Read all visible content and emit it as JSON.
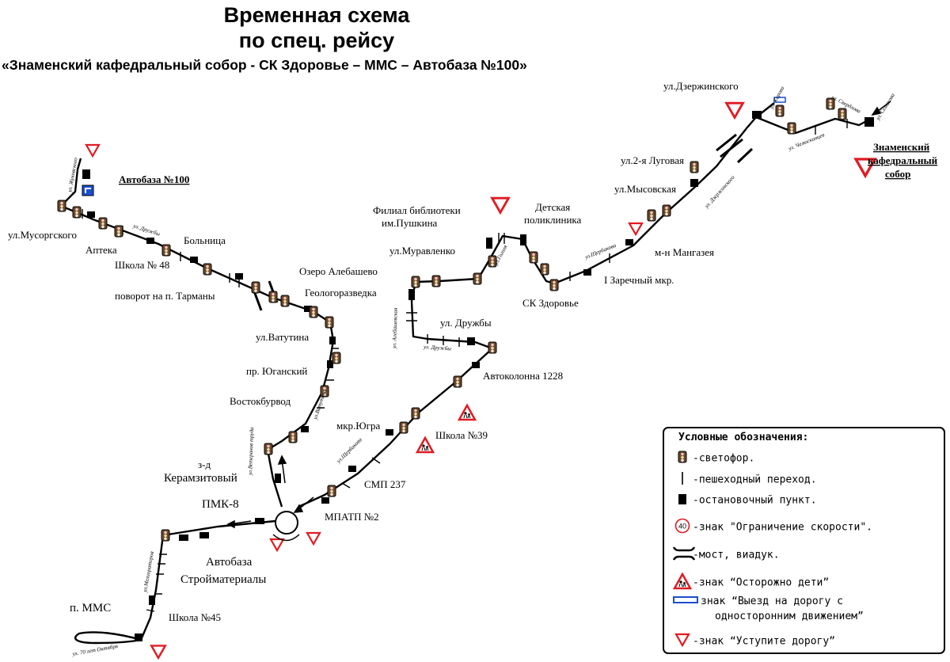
{
  "title": {
    "line1": "Временная схема",
    "line2": "по спец. рейсу",
    "line3": "«Знаменский кафедральный собор - СК Здоровье – ММС – Автобаза №100»"
  },
  "labels": {
    "avtobaza100": "Автобаза №100",
    "mussorgsky": "ул.Мусоргского",
    "apteka": "Аптека",
    "school48": "Школа № 48",
    "bolnitsa": "Больница",
    "tarmany": "поворот на п. Тарманы",
    "geologo": "Геологоразведка",
    "alebashevo": "Озеро Алебашево",
    "muravlenko": "ул.Муравленко",
    "filial1": "Филиал библиотеки",
    "filial2": "им.Пушкина",
    "poliklinika1": "Детская",
    "poliklinika2": "поликлиника",
    "sk": "СК Здоровье",
    "zarechny": "I Заречный мкр.",
    "mangazeya": "м-н Мангазея",
    "mysovskaya": "ул.Мысовская",
    "lugovaya": "ул.2-я Луговая",
    "dzerzhinsky": "ул.Дзержинского",
    "sobor1": "Знаменский",
    "sobor2": "кафедральный",
    "sobor3": "собор",
    "druzhby": "ул. Дружбы",
    "avtokolonna": "Автоколонна 1228",
    "vatutina": "ул.Ватутина",
    "yugansky": "пр. Юганский",
    "vostokburvod": "Востокбурвод",
    "keramzit1": "з-д",
    "keramzit2": "Керамзитовый",
    "pmk8": "ПМК-8",
    "mkrYugra": "мкр.Югра",
    "school39": "Школа №39",
    "smp237": "СМП 237",
    "mpatp2": "МПАТП №2",
    "avtobazaStroi1": "Автобаза",
    "avtobazaStroi2": "Стройматериалы",
    "school45": "Школа №45",
    "pMMS": "п. ММС"
  },
  "streets": {
    "zhukovskogo": "ул. Жуковского",
    "druzhby1": "ул. Дружбы",
    "alebashevskaya": "ул. Алебашевская",
    "druzhby2": "ул. Дружбы",
    "gogolya": "ул.Гоголя",
    "scherbakova1": "ул.Щербакова",
    "dzerzhinskogo": "ул. Дзержинского",
    "chelyuskintsev": "ул. Челюскинцев",
    "semakova": "ул. Семакова",
    "sverdlova": "ул. Свердлова",
    "kirova": "ул. Кирова",
    "vatutina": "ул.Ватутина",
    "veteranov": "ул.Ветеранов труда",
    "scherbakova2": "ул.Щербакова",
    "melioratorov": "ул.Мелиораторов",
    "oktyabrya": "ул. 70 лет Октября"
  },
  "legend": {
    "title": "Условные обозначения:",
    "items": [
      {
        "icon": "traffic-light-icon",
        "text": "-светофор."
      },
      {
        "icon": "crosswalk-icon",
        "text": "-пешеходный переход."
      },
      {
        "icon": "bus-stop-icon",
        "text": "-остановочный пункт."
      },
      {
        "icon": "speed-limit-icon",
        "text": "-знак \"Ограничение скорости\"."
      },
      {
        "icon": "bridge-icon",
        "text": "-мост, виадук."
      },
      {
        "icon": "children-sign-icon",
        "text": "-знак “Осторожно дети”"
      },
      {
        "icon": "one-way-sign-icon",
        "text": "знак “Выезд на дорогу с"
      },
      {
        "icon": "",
        "text": "односторонним движением”"
      },
      {
        "icon": "yield-sign-icon",
        "text": "-знак “Уступите дорогу”"
      }
    ],
    "speed_value": "40"
  },
  "colors": {
    "route": "#000000",
    "sign_red": "#e11b22",
    "one_way_blue": "#1a4fd0"
  }
}
